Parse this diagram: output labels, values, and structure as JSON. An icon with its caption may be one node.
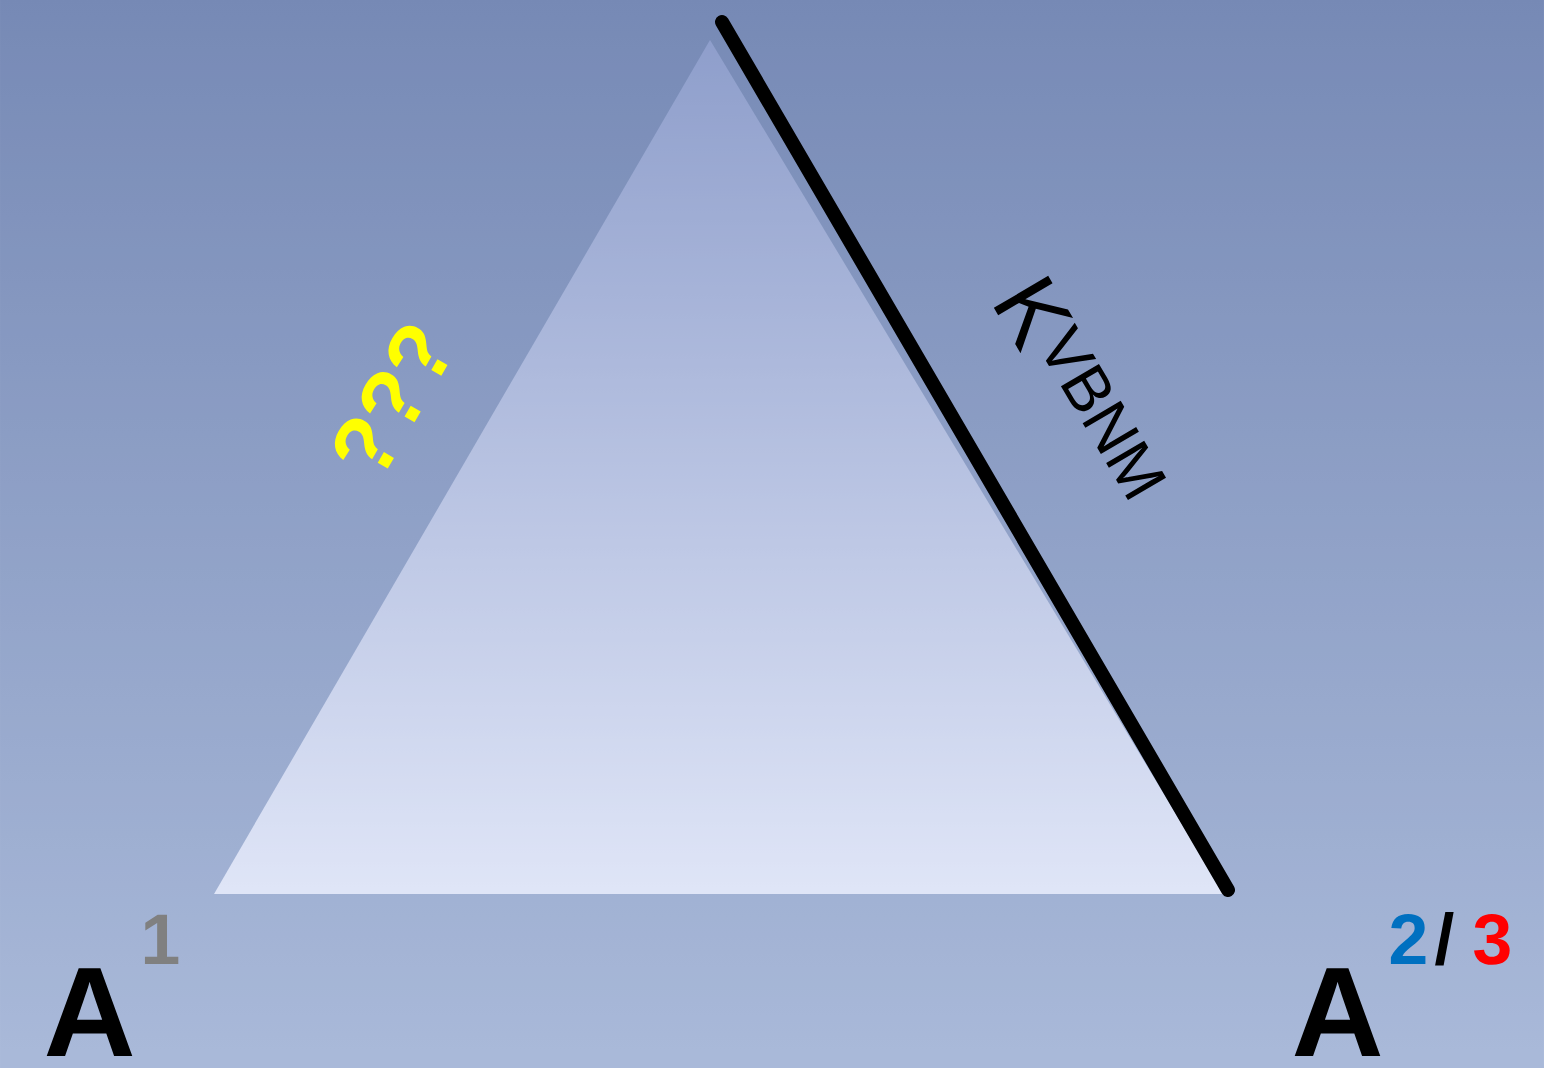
{
  "diagram": {
    "labels": [
      "???",
      "K$^{VBNM}$",
      "A",
      "1",
      "A",
      "2",
      "/",
      "3"
    ]
  }
}
